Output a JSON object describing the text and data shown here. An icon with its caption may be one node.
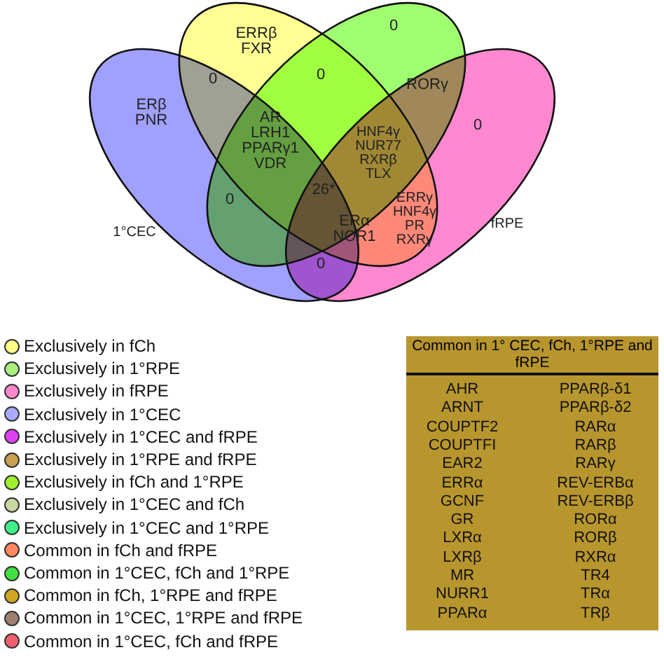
{
  "diagram": {
    "labels": [
      "ERRβ FXR",
      "0",
      "0",
      "0",
      "RORγ",
      "ERβ PNR",
      "AR LRH1 PPARγ1 VDR",
      "HNF4γ NUR77 RXRβ TLX",
      "0",
      "26*",
      "0",
      "1°CEC",
      "ERRγ HNF4γ PR RXRγ",
      "ERα NOR1",
      "fRPE",
      "0",
      "Common in 1° CEC, fCh, 1°RPE and fRPE",
      "AHR",
      "PPARβ-δ1",
      "ARNT",
      "PPARβ-δ2",
      "COUPTF2",
      "RARα",
      "COUPTFI",
      "RARβ",
      "EAR2",
      "RARγ",
      "ERRα",
      "REV-ERBα",
      "GCNF",
      "REV-ERBβ",
      "GR",
      "RORα",
      "LXRα",
      "RORβ",
      "LXRβ",
      "RXRα",
      "MR",
      "TR4",
      "NURR1",
      "TRα",
      "PPARα",
      "TRβ"
    ],
    "legend": [
      {
        "text": "Exclusively in fCh",
        "color": "#ffff88"
      },
      {
        "text": "Exclusively in 1°RPE",
        "color": "#a8f080"
      },
      {
        "text": "Exclusively in fRPE",
        "color": "#ff88cc"
      },
      {
        "text": "Exclusively in 1°CEC",
        "color": "#aaaaff"
      },
      {
        "text": "Exclusively in 1°CEC and fRPE",
        "color": "#e040f0"
      },
      {
        "text": "Exclusively in 1°RPE and fRPE",
        "color": "#c8a050"
      },
      {
        "text": "Exclusively in fCh and 1°RPE",
        "color": "#a0f030"
      },
      {
        "text": "Exclusively in 1°CEC and fCh",
        "color": "#c8d8a0"
      },
      {
        "text": "Exclusively in 1°CEC and 1°RPE",
        "color": "#40f088"
      },
      {
        "text": "Common in fCh and fRPE",
        "color": "#ff8860"
      },
      {
        "text": "Common in 1°CEC, fCh and 1°RPE",
        "color": "#40e040"
      },
      {
        "text": "Common in fCh, 1°RPE and fRPE",
        "color": "#d0a820"
      },
      {
        "text": "Common in 1°CEC, 1°RPE and fRPE",
        "color": "#a08070"
      },
      {
        "text": "Common in 1°CEC, fCh and fRPE",
        "color": "#f06070"
      }
    ]
  }
}
